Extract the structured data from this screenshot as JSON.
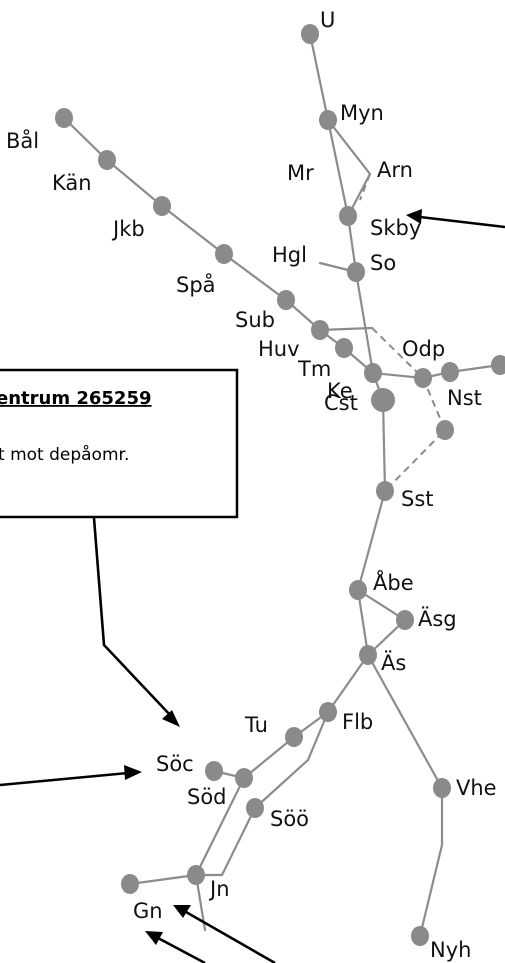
{
  "stations": {
    "U": "U",
    "Myn": "Myn",
    "Arn": "Arn",
    "Mr": "Mr",
    "Skby": "Skby",
    "Hgl": "Hgl",
    "So": "So",
    "Bal": "Bål",
    "Kan": "Kän",
    "Jkb": "Jkb",
    "Spa": "Spå",
    "Sub": "Sub",
    "Huv": "Huv",
    "Tm": "Tm",
    "Ke": "Ke",
    "Odp": "Odp",
    "Nst": "Nst",
    "Cst": "Cst",
    "Sst": "Sst",
    "Abe": "Åbe",
    "Asg": "Äsg",
    "As": "Äs",
    "Tu": "Tu",
    "Flb": "Flb",
    "Soc": "Söc",
    "Sod": "Söd",
    "Soo": "Söö",
    "Jn": "Jn",
    "Gn": "Gn",
    "Vhe": "Vhe",
    "Nyh": "Nyh"
  },
  "infobox": {
    "title": "entrum 265259",
    "text": "t mot depåomr."
  }
}
